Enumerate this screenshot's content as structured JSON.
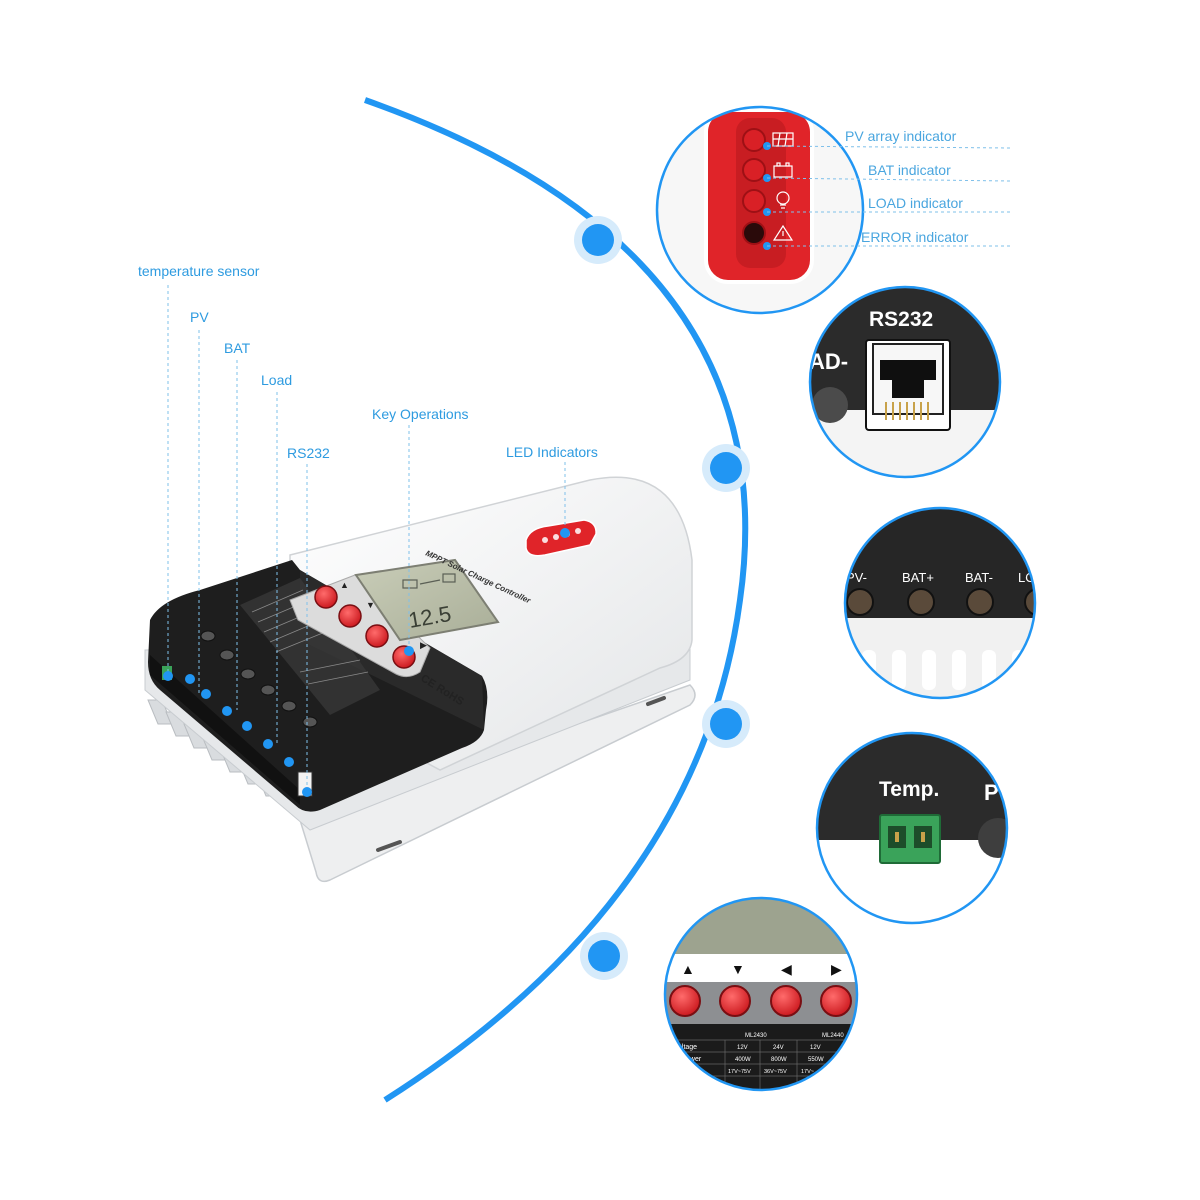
{
  "colors": {
    "accent_blue": "#2196f3",
    "label_blue": "#2e9be0",
    "led_red": "#e3262b",
    "terminal_black": "#1e1e1e",
    "housing_white": "#f2f3f4",
    "connector_green": "#3aa35a"
  },
  "callouts": {
    "temperature_sensor": "temperature sensor",
    "pv": "PV",
    "bat": "BAT",
    "load": "Load",
    "rs232": "RS232",
    "key_operations": "Key Operations",
    "led_indicators": "LED Indicators"
  },
  "led_panel": {
    "pv_indicator": "PV array indicator",
    "bat_indicator": "BAT indicator",
    "load_indicator": "LOAD indicator",
    "error_indicator": "ERROR indicator"
  },
  "rs232_detail": {
    "port_label": "RS232",
    "partial_text": "AD-"
  },
  "terminal_detail": {
    "labels": [
      "PV-",
      "BAT+",
      "BAT-",
      "LO"
    ]
  },
  "temp_detail": {
    "label": "Temp.",
    "partial_text": "P"
  },
  "keys_detail": {
    "arrows": [
      "▲",
      "▼",
      "◀",
      "▶"
    ],
    "table_headers": [
      "ML2430",
      "ML2440"
    ],
    "table_rows": [
      [
        "oltage",
        "12V",
        "24V",
        "12V"
      ],
      [
        "ower",
        "400W",
        "800W",
        "550W"
      ],
      [
        "",
        "17V~75V",
        "36V~75V",
        "17V~"
      ]
    ]
  },
  "device": {
    "title": "MPPT Solar Charge Controller",
    "display_value": "12.5",
    "marks": "CE RoHS",
    "arrows": [
      "▲",
      "▼",
      "◀",
      "▶"
    ]
  }
}
